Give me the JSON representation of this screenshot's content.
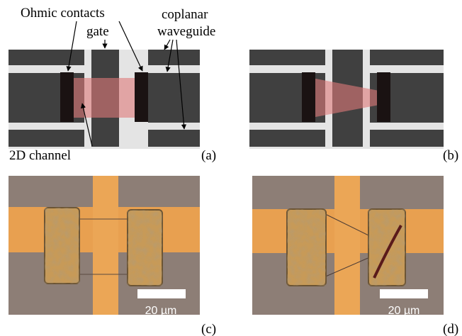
{
  "labels": {
    "ohmic_contacts": "Ohmic contacts",
    "gate": "gate",
    "coplanar_line1": "coplanar",
    "coplanar_line2": "waveguide",
    "channel": "2D channel"
  },
  "panels": {
    "a": "(a)",
    "b": "(b)",
    "c": "(c)",
    "d": "(d)"
  },
  "scale_bars": {
    "c": "20 µm",
    "d": "20 µm"
  },
  "colors": {
    "waveguide_metal": "#404040",
    "gap": "#e4e4e4",
    "contact": "#1a1212",
    "channel": "#e07a7a",
    "micro_background": "#8d7e76",
    "micro_gold": "#e8a050",
    "micro_contact": "#c79a58"
  }
}
